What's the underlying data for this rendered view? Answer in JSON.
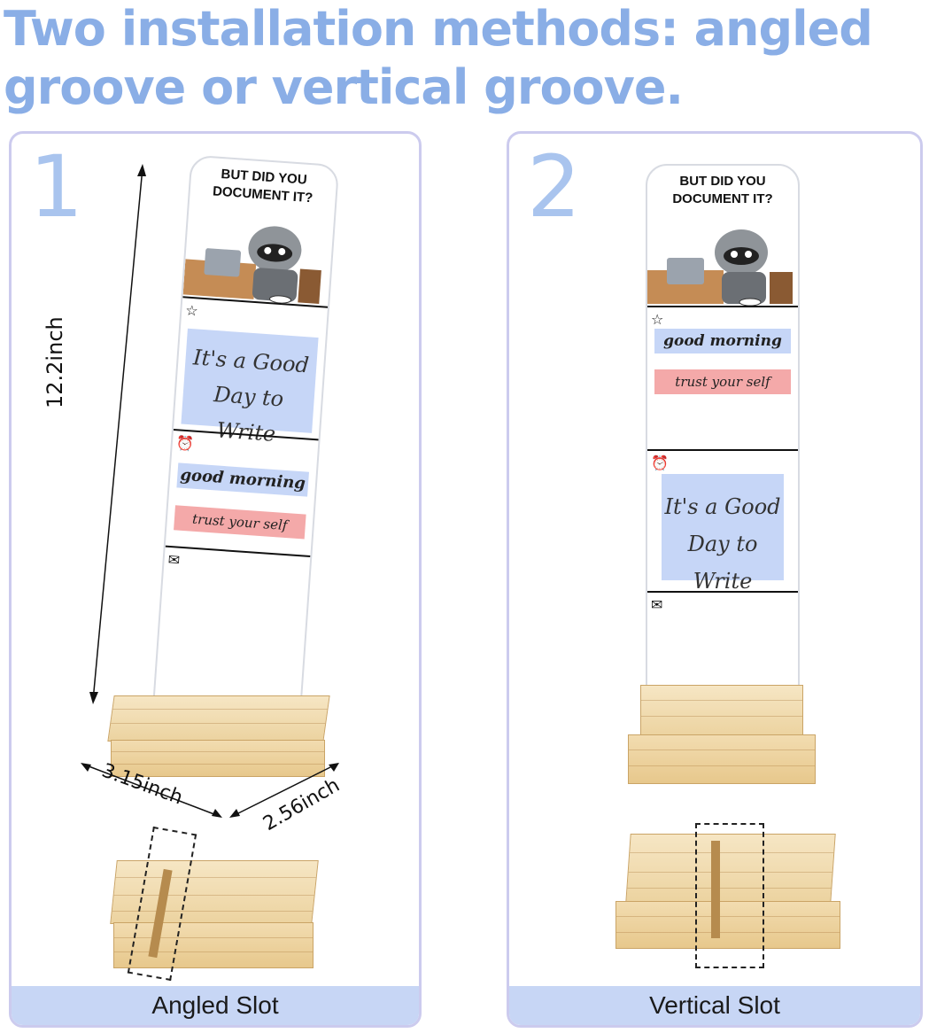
{
  "headline": "Two installation methods: angled groove or vertical groove.",
  "panels": {
    "left": {
      "number": "1",
      "caption": "Angled Slot"
    },
    "right": {
      "number": "2",
      "caption": "Vertical Slot"
    }
  },
  "sign": {
    "heading_line1": "BUT DID YOU",
    "heading_line2": "DOCUMENT IT?",
    "card_line1": "It's a Good",
    "card_line2": "Day to Write",
    "tag_good_morning": "good morning",
    "tag_trust": "trust your self"
  },
  "dimensions": {
    "height": "12.2inch",
    "width": "3.15inch",
    "depth": "2.56inch"
  },
  "colors": {
    "headline": "#8aaee6",
    "panel_border": "#cccbee",
    "caption_bg": "#c7d6f5",
    "card_blue": "#c6d6f7",
    "tag_pink": "#f4a9a9"
  }
}
